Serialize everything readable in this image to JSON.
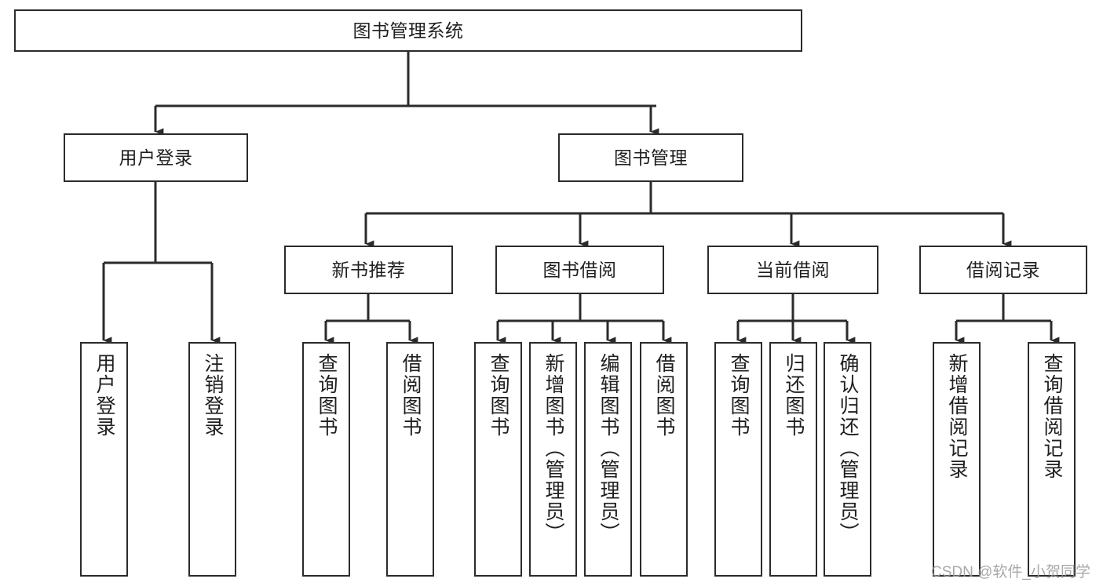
{
  "diagram": {
    "title": "图书管理系统",
    "type": "tree",
    "watermark": "CSDN @软件_小贺同学",
    "colors": {
      "box_border": "#2b2b2b",
      "box_fill": "#ffffff",
      "line": "#2b2b2b",
      "text": "#1f1f1f",
      "watermark": "#9a9a9a"
    },
    "levels": {
      "root": {
        "label": "图书管理系统"
      },
      "level2": [
        {
          "label": "用户登录"
        },
        {
          "label": "图书管理"
        }
      ],
      "level3": [
        {
          "label": "新书推荐"
        },
        {
          "label": "图书借阅"
        },
        {
          "label": "当前借阅"
        },
        {
          "label": "借阅记录"
        }
      ],
      "leaves": {
        "user_login": [
          {
            "label": "用户登录"
          },
          {
            "label": "注销登录"
          }
        ],
        "new_book_recommend": [
          {
            "label": "查询图书"
          },
          {
            "label": "借阅图书"
          }
        ],
        "book_borrow": [
          {
            "label": "查询图书"
          },
          {
            "label": "新增图书（管理员）"
          },
          {
            "label": "编辑图书（管理员）"
          },
          {
            "label": "借阅图书"
          }
        ],
        "current_borrow": [
          {
            "label": "查询图书"
          },
          {
            "label": "归还图书"
          },
          {
            "label": "确认归还（管理员）"
          }
        ],
        "borrow_record": [
          {
            "label": "新增借阅记录"
          },
          {
            "label": "查询借阅记录"
          }
        ]
      }
    }
  }
}
